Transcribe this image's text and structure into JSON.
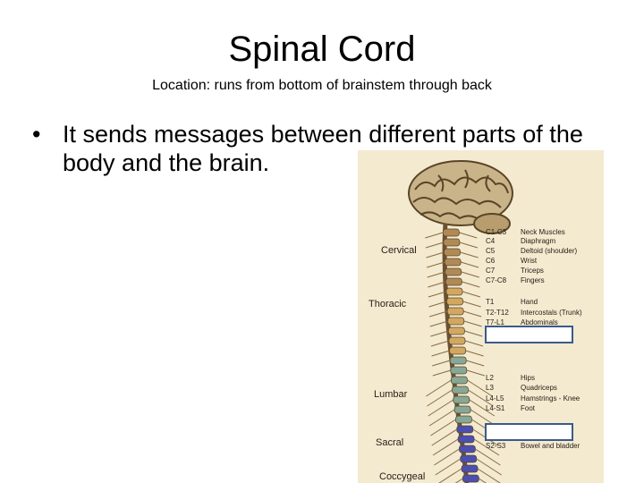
{
  "slide": {
    "title": "Spinal Cord",
    "subtitle": "Location:  runs from bottom of brainstem through back",
    "bullets": [
      "It sends messages between different parts of the body and the brain."
    ],
    "bullet_symbol": "•"
  },
  "figure": {
    "regions": [
      "Cervical",
      "Thoracic",
      "Lumbar",
      "Sacral",
      "Coccygeal"
    ],
    "levels": [
      {
        "level": "C1-C3",
        "function": "Neck Muscles"
      },
      {
        "level": "C4",
        "function": "Diaphragm"
      },
      {
        "level": "C5",
        "function": "Deltoid (shoulder)"
      },
      {
        "level": "C6",
        "function": "Wrist"
      },
      {
        "level": "C7",
        "function": "Triceps"
      },
      {
        "level": "C7-C8",
        "function": "Fingers"
      },
      {
        "level": "T1",
        "function": "Hand"
      },
      {
        "level": "T2-T12",
        "function": "Intercostals (Trunk)"
      },
      {
        "level": "T7-L1",
        "function": "Abdominals"
      },
      {
        "level": "L2",
        "function": "Hips"
      },
      {
        "level": "L3",
        "function": "Quadriceps"
      },
      {
        "level": "L4-L5",
        "function": "Hamstrings - Knee"
      },
      {
        "level": "L4-S1",
        "function": "Foot"
      },
      {
        "level": "S2-S3",
        "function": "Bowel and bladder"
      }
    ],
    "colors": {
      "background": "#f3ead0",
      "cervical": "#b08a55",
      "thoracic": "#d2a860",
      "lumbar": "#86a896",
      "sacral": "#4b4fb0",
      "nerves": "#8a6a40",
      "box_outline": "#3a5a8c"
    }
  }
}
